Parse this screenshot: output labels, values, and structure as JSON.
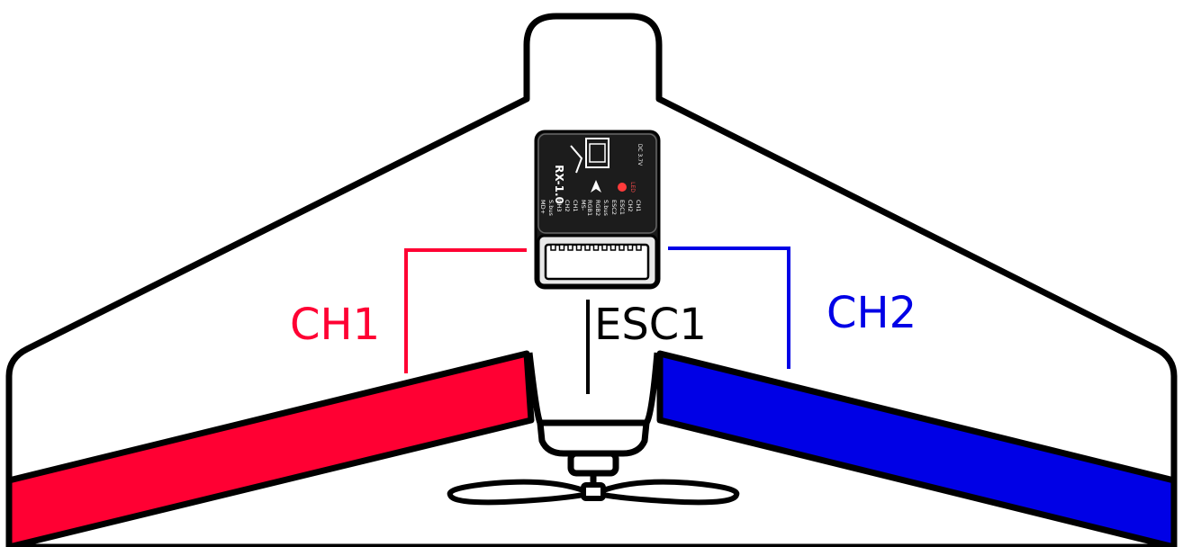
{
  "receiver": {
    "brand": "RX-1.0",
    "power_label": "DC 3.7V",
    "led_label": "LED",
    "pins_left": [
      "CH1",
      "CH2",
      "ESC1",
      "ESC2",
      "S.bus",
      "RGB2",
      "RGB1"
    ],
    "pins_right": [
      "MS-",
      "CH1",
      "CH2",
      "CH3",
      "S.bus",
      "MD+"
    ]
  },
  "labels": {
    "ch1": "CH1",
    "esc1": "ESC1",
    "ch2": "CH2"
  },
  "colors": {
    "ch1": "#ff0033",
    "ch2": "#0000e6",
    "esc1": "#000000",
    "receiver_body": "#1a1a1a"
  }
}
